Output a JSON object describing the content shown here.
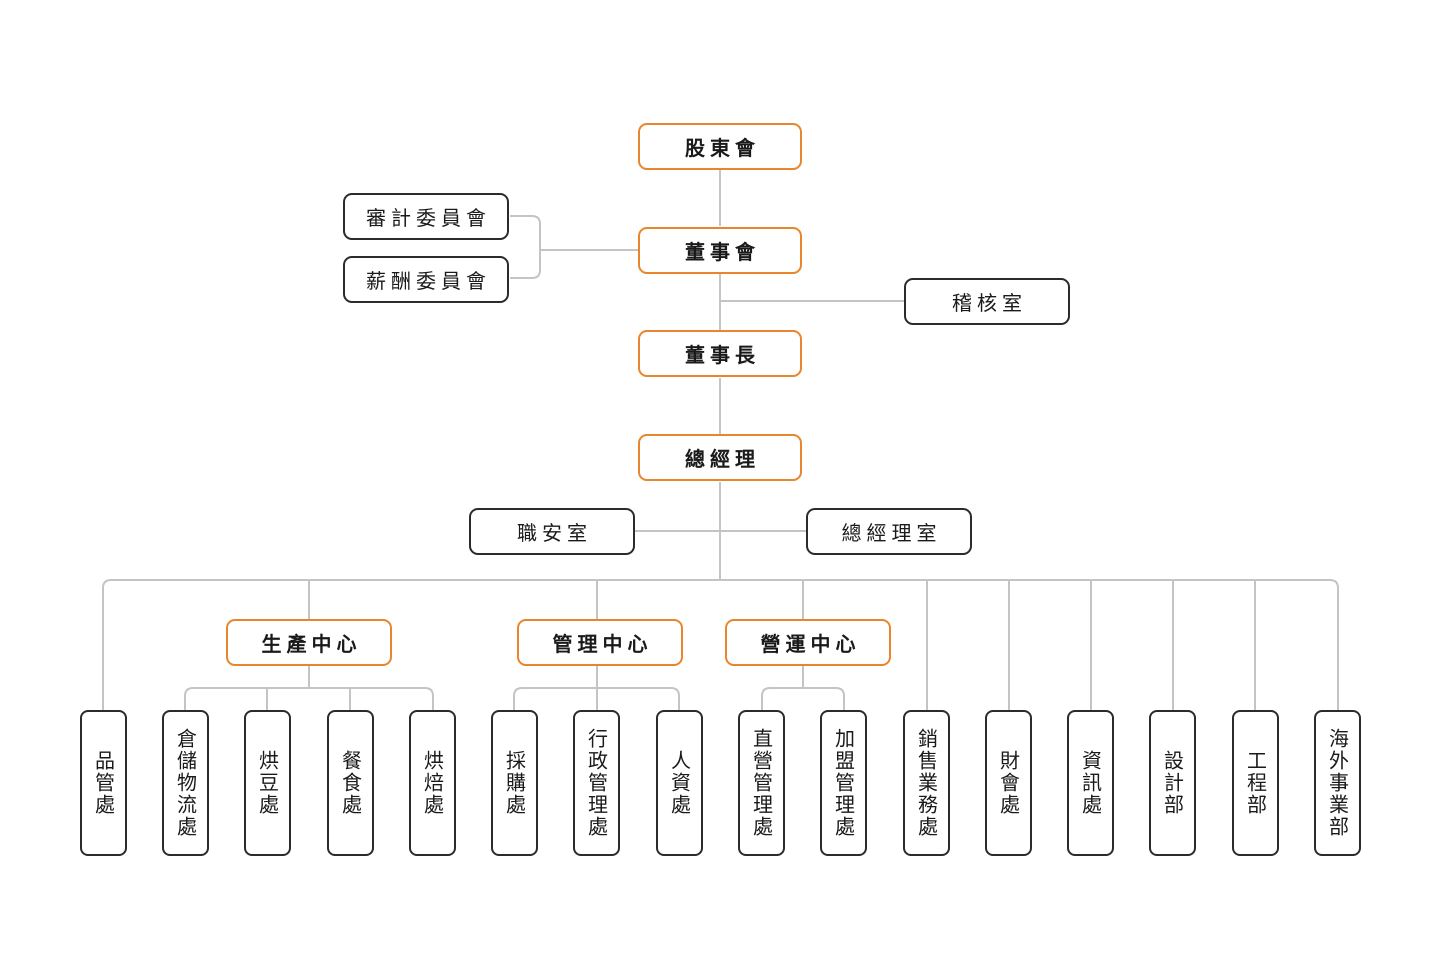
{
  "top": {
    "shareholders": "股東會",
    "board": "董事會",
    "chairman": "董事長",
    "general_manager": "總經理"
  },
  "committees": {
    "audit": "審計委員會",
    "compensation": "薪酬委員會"
  },
  "audit_office": "稽核室",
  "staff": {
    "safety": "職安室",
    "gm_office": "總經理室"
  },
  "centers": {
    "production": "生產中心",
    "management": "管理中心",
    "operations": "營運中心"
  },
  "departments": [
    "品管處",
    "倉儲物流處",
    "烘豆處",
    "餐食處",
    "烘焙處",
    "採購處",
    "行政管理處",
    "人資處",
    "直營管理處",
    "加盟管理處",
    "銷售業務處",
    "財會處",
    "資訊處",
    "設計部",
    "工程部",
    "海外事業部"
  ],
  "colors": {
    "accent": "#e8862d",
    "border": "#2b2b2b",
    "line": "#c4c4c4"
  }
}
